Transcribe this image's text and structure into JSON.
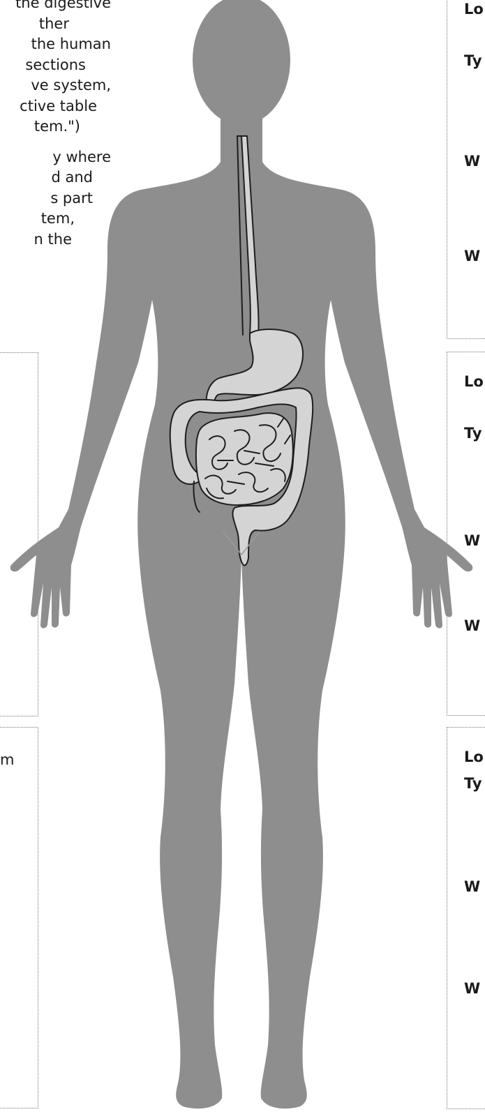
{
  "intro": {
    "para1": [
      "the digestive",
      "ther",
      "the human",
      "sections",
      "ve system,",
      "ctive table",
      "tem.\")"
    ],
    "para2": [
      "y where",
      "d and",
      "s part",
      "tem,",
      "n the"
    ]
  },
  "left_boxes": [
    {
      "partial_label": ""
    },
    {
      "partial_label": "m"
    }
  ],
  "right_boxes": [
    {
      "labels": [
        "Lo",
        "Ty",
        "W",
        "W"
      ]
    },
    {
      "labels": [
        "Lo",
        "Ty",
        "W",
        "W"
      ]
    },
    {
      "labels": [
        "Lo",
        "Ty",
        "W",
        "W"
      ]
    }
  ],
  "colors": {
    "silhouette": "#8e8e8e",
    "organ_fill": "#d4d4d4",
    "organ_outline": "#1e1e1e",
    "box_border": "#777777"
  }
}
